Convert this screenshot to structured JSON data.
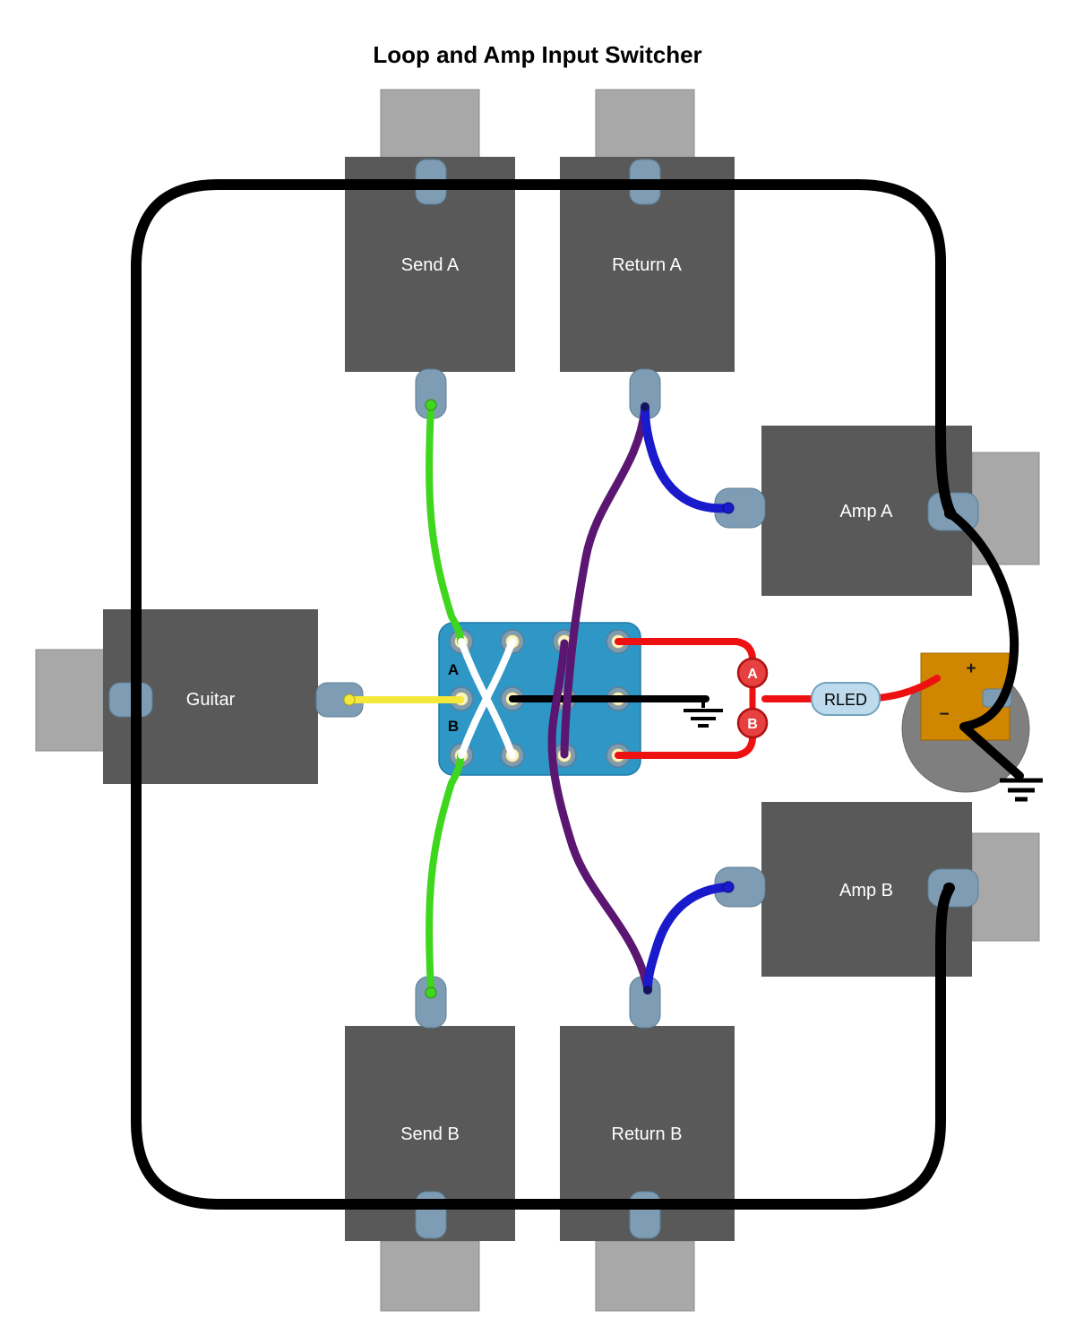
{
  "title": "Loop and Amp Input Switcher",
  "jacks": {
    "send_a": {
      "label": "Send A"
    },
    "return_a": {
      "label": "Return A"
    },
    "amp_a": {
      "label": "Amp A"
    },
    "guitar": {
      "label": "Guitar"
    },
    "amp_b": {
      "label": "Amp B"
    },
    "send_b": {
      "label": "Send B"
    },
    "return_b": {
      "label": "Return B"
    }
  },
  "switch": {
    "label_a": "A",
    "label_b": "B"
  },
  "nodes": {
    "a_label": "A",
    "b_label": "B"
  },
  "resistor": {
    "label": "RLED"
  },
  "led": {
    "plus_label": "+",
    "minus_label": "−"
  },
  "wires": [
    {
      "color_key": "wire_black",
      "run": "ground bus around perimeter linking Send A, Return A, Amp A, Amp B, Send B and Return B sleeves"
    },
    {
      "color_key": "wire_black",
      "run": "Amp A sleeve down to LED cathode and on to ground symbol"
    },
    {
      "color_key": "wire_black",
      "run": "switch middle row to ground symbol"
    },
    {
      "color_key": "wire_green",
      "run": "Send A tip to switch top-left lug"
    },
    {
      "color_key": "wire_green",
      "run": "Send B tip to switch bottom-left lug"
    },
    {
      "color_key": "wire_yellow",
      "run": "Guitar tip to switch middle-left lug"
    },
    {
      "color_key": "wire_white",
      "run": "crossed jumpers between switch left lug columns"
    },
    {
      "color_key": "wire_purple",
      "run": "Return A tip to switch bottom third-column lug"
    },
    {
      "color_key": "wire_purple",
      "run": "Return B tip to switch top third-column lug"
    },
    {
      "color_key": "wire_blue",
      "run": "Amp A tip to Return A tip"
    },
    {
      "color_key": "wire_blue",
      "run": "Amp B tip to Return B tip"
    },
    {
      "color_key": "wire_red",
      "run": "switch right lugs to nodes A and B, through RLED to LED anode"
    }
  ],
  "colors": {
    "jack_body": "#595959",
    "jack_sleeve": "#a8a8a8",
    "lug": "#7e9cb4",
    "lug_hole": "#f7f3c4",
    "switch_plate": "#2e97c5",
    "wire_black": "#000000",
    "wire_green": "#3fd61e",
    "wire_yellow": "#f4e83a",
    "wire_white": "#ffffff",
    "wire_purple": "#5a1670",
    "wire_blue": "#1a1acd",
    "wire_red": "#ee1111",
    "node_red": "#e74040",
    "node_red_border": "#b01212",
    "rled_fill": "#bedbed",
    "rled_border": "#70a3bd",
    "led_body": "#7f7f7f",
    "led_chip": "#cf8600"
  }
}
